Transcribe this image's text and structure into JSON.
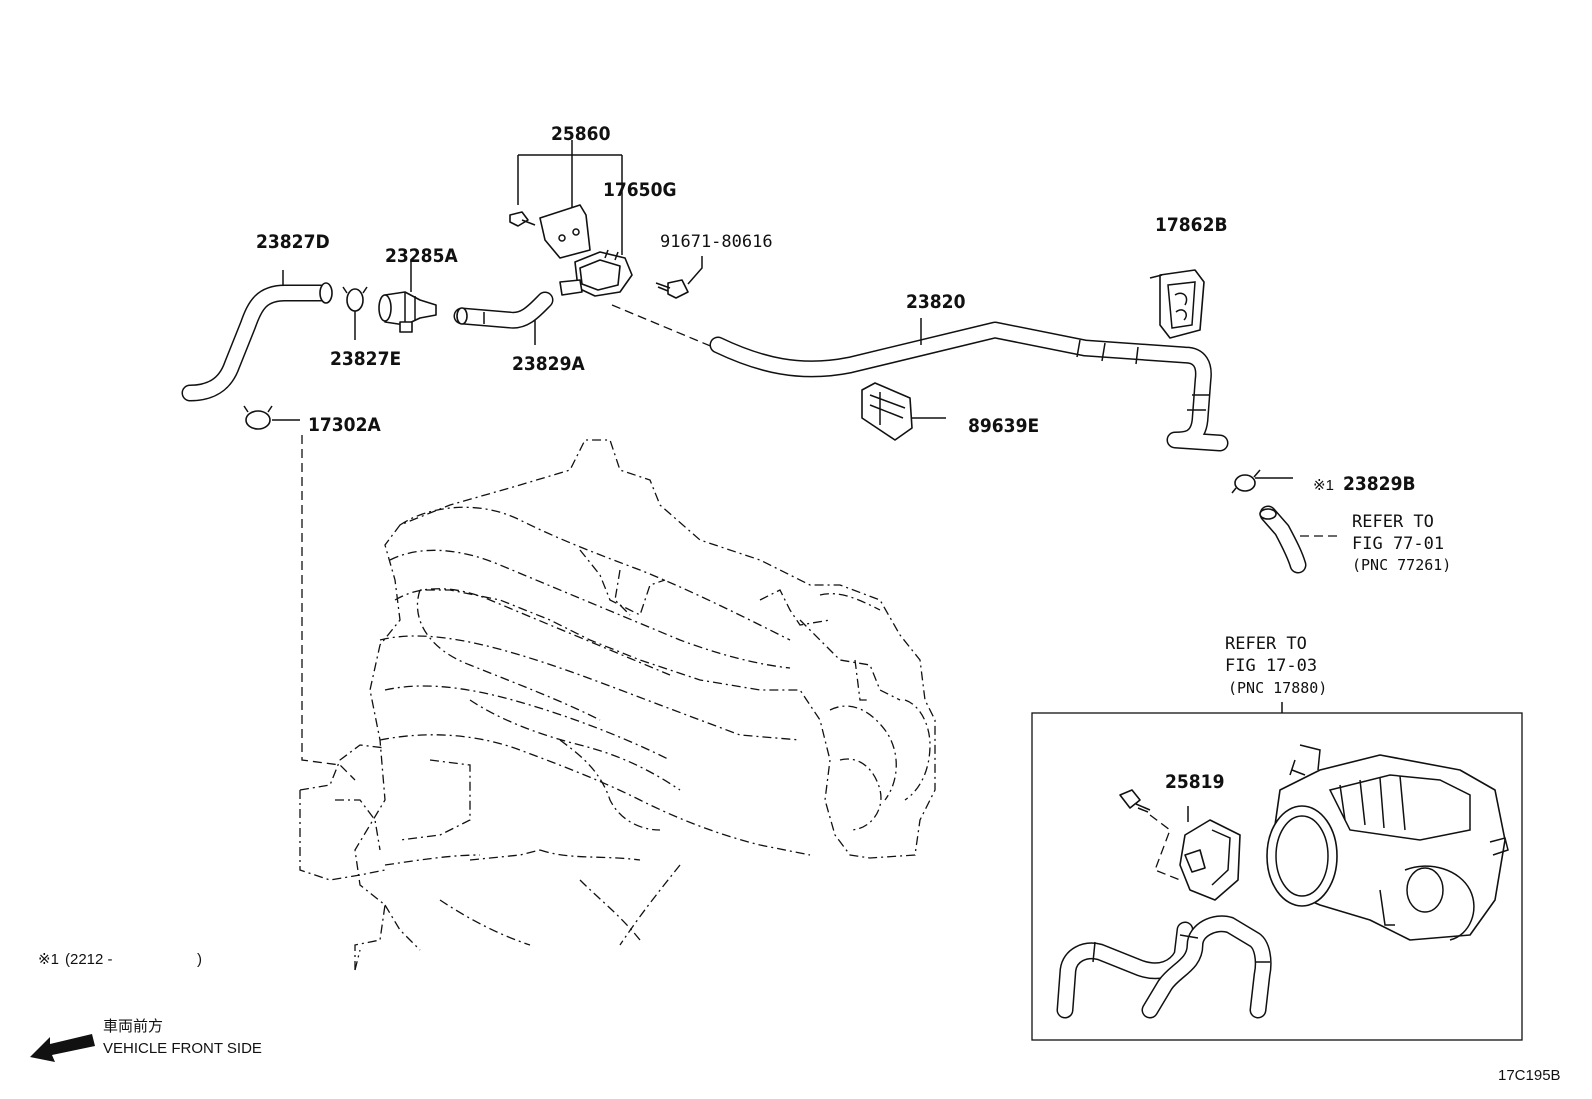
{
  "parts": {
    "p25860": "25860",
    "p17650G": "17650G",
    "p23827D": "23827D",
    "p23285A": "23285A",
    "p91671": "91671-80616",
    "p17862B": "17862B",
    "p23820": "23820",
    "p23827E": "23827E",
    "p23829A": "23829A",
    "p17302A": "17302A",
    "p89639E": "89639E",
    "p23829B": "23829B",
    "p25819": "25819"
  },
  "note_mark": "※1",
  "refs": {
    "fig77": {
      "line1": "REFER TO",
      "line2": "FIG 77-01",
      "line3": "(PNC 77261)"
    },
    "fig17": {
      "line1": "REFER TO",
      "line2": "FIG 17-03",
      "line3": "(PNC 17880)"
    }
  },
  "footnote": {
    "mark": "※1",
    "text": "(2212 -",
    "close": ")"
  },
  "front": {
    "jp": "車両前方",
    "en": "VEHICLE FRONT SIDE"
  },
  "figure_code": "17C195B"
}
